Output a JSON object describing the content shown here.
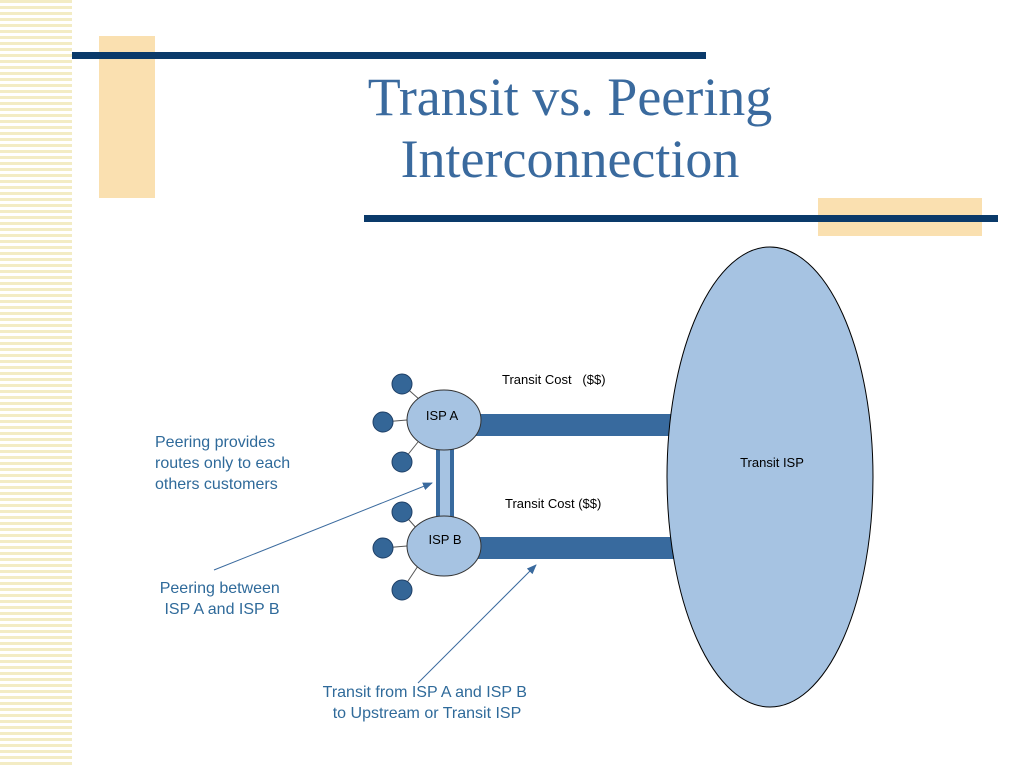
{
  "slide": {
    "title_line1": "Transit vs. Peering",
    "title_line2": "Interconnection"
  },
  "diagram": {
    "nodes": {
      "isp_a": "ISP A",
      "isp_b": "ISP B",
      "transit_isp": "Transit ISP"
    },
    "links": {
      "transit_cost_a": "Transit Cost   ($$)",
      "transit_cost_b": "Transit Cost ($$)"
    },
    "annotations": {
      "peering_routes": [
        "Peering provides",
        "routes only to each",
        "others customers"
      ],
      "peering_between": [
        "Peering between",
        "ISP A and ISP B"
      ],
      "transit_from": [
        "Transit from ISP A and ISP B",
        "to Upstream or Transit ISP"
      ]
    }
  },
  "colors": {
    "title": "#3a6a9e",
    "dark_bar": "#0a3a6a",
    "accent": "#fae0b0",
    "link": "#386a9e",
    "node_fill": "#a6c3e2",
    "customer_dot": "#346697",
    "annotation_text": "#2f6a9a"
  }
}
